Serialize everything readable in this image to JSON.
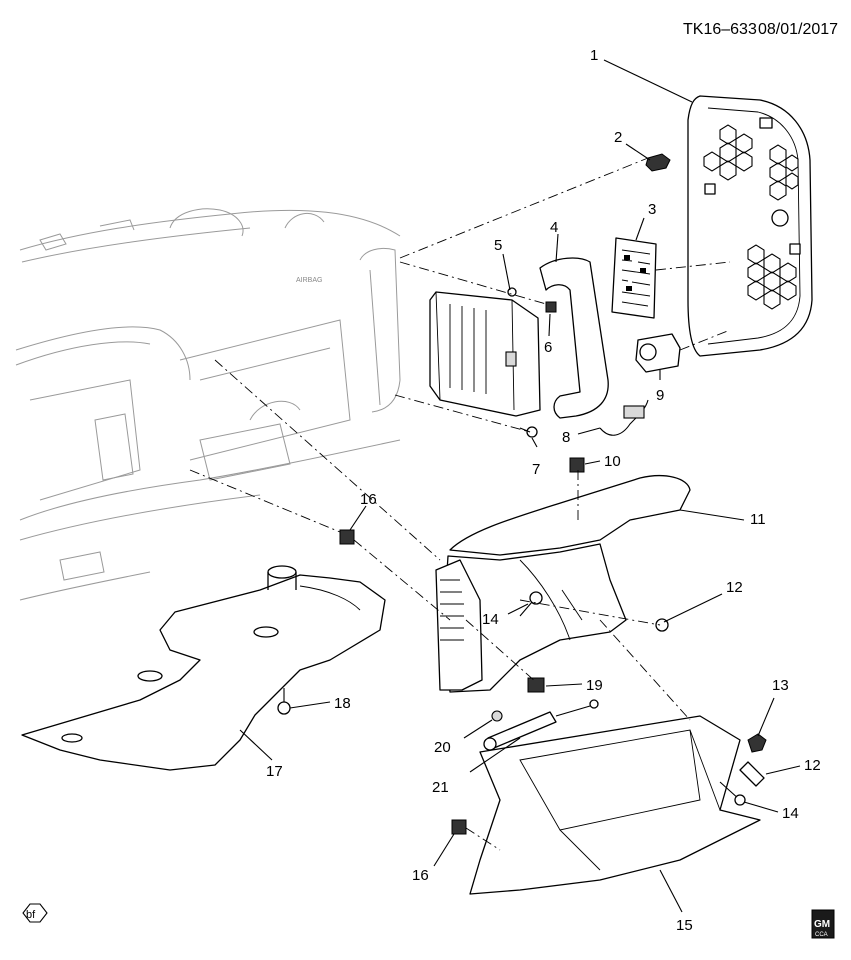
{
  "header": {
    "code": "TK16–633",
    "date": "08/01/2017"
  },
  "badges": {
    "left": "bf",
    "gm_top": "GM",
    "gm_bottom": "CCA"
  },
  "dash_text": "AIRBAG",
  "callouts": [
    {
      "id": "c1",
      "text": "1"
    },
    {
      "id": "c2",
      "text": "2"
    },
    {
      "id": "c3",
      "text": "3"
    },
    {
      "id": "c4",
      "text": "4"
    },
    {
      "id": "c5",
      "text": "5"
    },
    {
      "id": "c6",
      "text": "6"
    },
    {
      "id": "c7",
      "text": "7"
    },
    {
      "id": "c8",
      "text": "8"
    },
    {
      "id": "c9",
      "text": "9"
    },
    {
      "id": "c10",
      "text": "10"
    },
    {
      "id": "c11",
      "text": "11"
    },
    {
      "id": "c12a",
      "text": "12"
    },
    {
      "id": "c12b",
      "text": "12"
    },
    {
      "id": "c13",
      "text": "13"
    },
    {
      "id": "c14a",
      "text": "14"
    },
    {
      "id": "c14b",
      "text": "14"
    },
    {
      "id": "c15",
      "text": "15"
    },
    {
      "id": "c16a",
      "text": "16"
    },
    {
      "id": "c16b",
      "text": "16"
    },
    {
      "id": "c17",
      "text": "17"
    },
    {
      "id": "c18",
      "text": "18"
    },
    {
      "id": "c19",
      "text": "19"
    },
    {
      "id": "c20",
      "text": "20"
    },
    {
      "id": "c21",
      "text": "21"
    }
  ]
}
